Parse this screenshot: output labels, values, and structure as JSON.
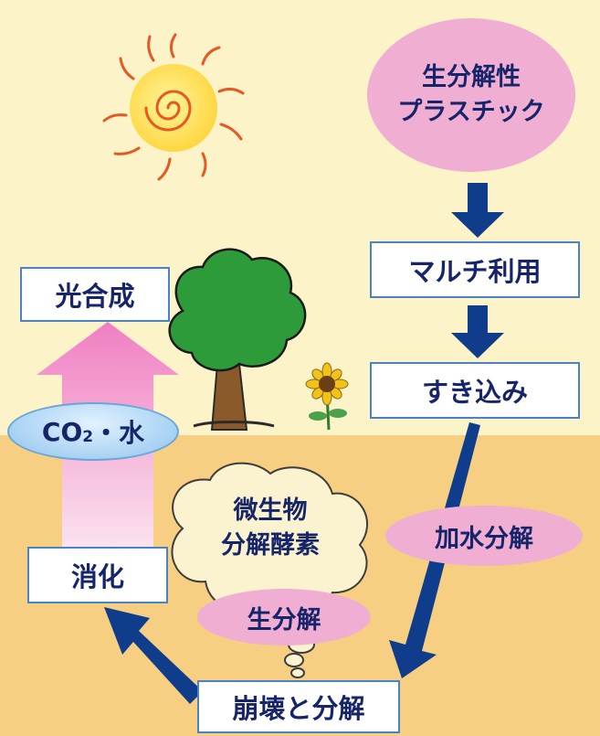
{
  "colors": {
    "sky": "#fcf3c8",
    "soil": "#f7cf82",
    "arrow_blue": "#0f3d8c",
    "text_navy": "#16246a",
    "box_border": "#4a82c8",
    "pink_oval": "#efaed2",
    "blue_oval": "#a8d2f2",
    "pink_arrow": "#f3b6d8"
  },
  "labels": {
    "plastic_line1": "生分解性",
    "plastic_line2": "プラスチック",
    "mulch": "マルチ利用",
    "plowing": "すき込み",
    "photosynthesis": "光合成",
    "co2_main": "CO",
    "co2_sub": "2",
    "co2_tail": "・水",
    "hydrolysis": "加水分解",
    "microbe_line1": "微生物",
    "microbe_line2": "分解酵素",
    "biodegradation": "生分解",
    "digestion": "消化",
    "breakdown": "崩壊と分解"
  },
  "icons": [
    "sun-icon",
    "tree-icon",
    "sunflower-icon",
    "thought-cloud-icon"
  ]
}
